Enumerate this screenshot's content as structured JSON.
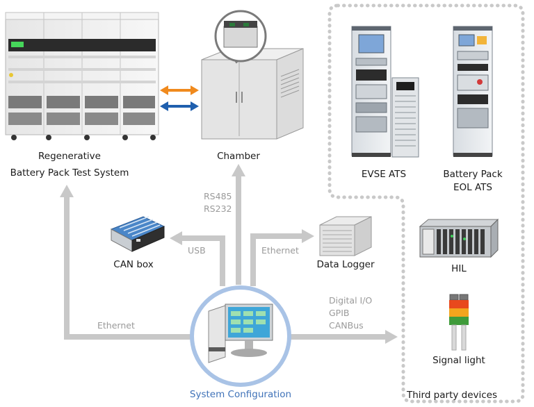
{
  "devices": {
    "regenerative": {
      "line1": "Regenerative",
      "line2": "Battery Pack Test System"
    },
    "chamber": {
      "label": "Chamber"
    },
    "evse": {
      "label": "EVSE ATS"
    },
    "battery_eol": {
      "line1": "Battery Pack",
      "line2": "EOL ATS"
    },
    "can_box": {
      "label": "CAN box"
    },
    "data_logger": {
      "label": "Data Logger"
    },
    "hil": {
      "label": "HIL"
    },
    "signal_light": {
      "label": "Signal light"
    },
    "system_config": {
      "label": "System Configuration"
    },
    "third_party": {
      "label": "Third party devices"
    }
  },
  "connections": {
    "rs485": "RS485",
    "rs232": "RS232",
    "usb": "USB",
    "ethernet_logger": "Ethernet",
    "ethernet_regen": "Ethernet",
    "digital_io": "Digital I/O",
    "gpib": "GPIB",
    "canbus": "CANBus"
  },
  "colors": {
    "connector": "#c8c8c8",
    "arrow_orange": "#f08a1d",
    "arrow_blue": "#1f5fae",
    "config_ring": "#a9c3e6",
    "config_label": "#3f72b8",
    "group_border": "#c9c9c9"
  }
}
